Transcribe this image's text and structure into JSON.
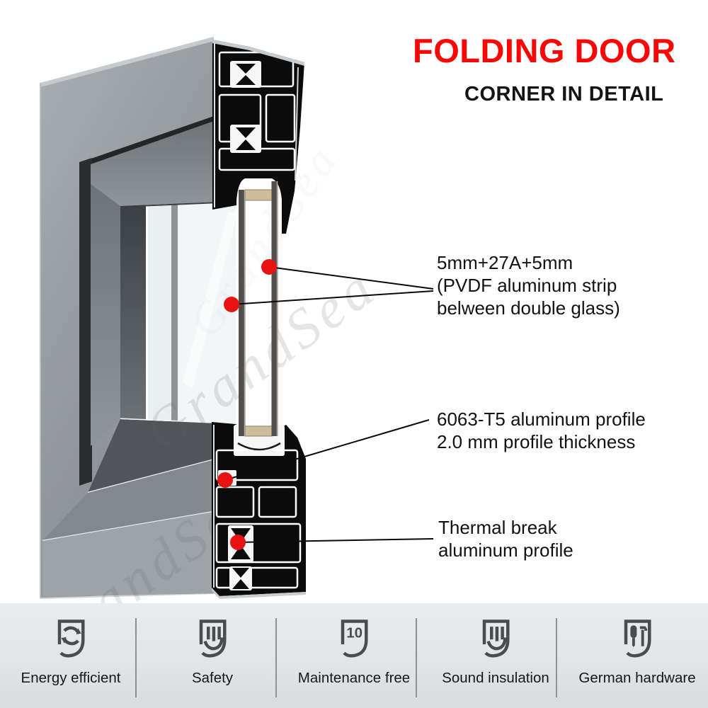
{
  "header": {
    "title": "FOLDING DOOR",
    "subtitle": "CORNER IN DETAIL"
  },
  "annotations": {
    "glass": {
      "lines": [
        "5mm+27A+5mm",
        "(PVDF aluminum strip",
        "belween double glass)"
      ]
    },
    "profile": {
      "lines": [
        "6063-T5 aluminum profile",
        "2.0 mm profile thickness"
      ]
    },
    "thermal": {
      "lines": [
        "Thermal break",
        "aluminum profile"
      ]
    }
  },
  "watermark": {
    "text": "GrandSea"
  },
  "features": [
    {
      "label": "Energy efficient",
      "icon": "shield-recycle-icon"
    },
    {
      "label": "Safety",
      "icon": "shield-bars-icon"
    },
    {
      "label": "Maintenance free",
      "icon": "shield-10-icon",
      "badge": "10"
    },
    {
      "label": "Sound insulation",
      "icon": "shield-bars-icon"
    },
    {
      "label": "German hardware",
      "icon": "shield-tools-icon"
    }
  ],
  "colors": {
    "accent_red": "#fb0505",
    "callout_dot_red": "#e81212",
    "frame_gray": "#9aa0a5",
    "profile_black": "#0b0b0b",
    "spacer_tan": "#cdbd9b",
    "bar_background": "#e6e7ea",
    "icon_gray": "#4b4c4e"
  }
}
